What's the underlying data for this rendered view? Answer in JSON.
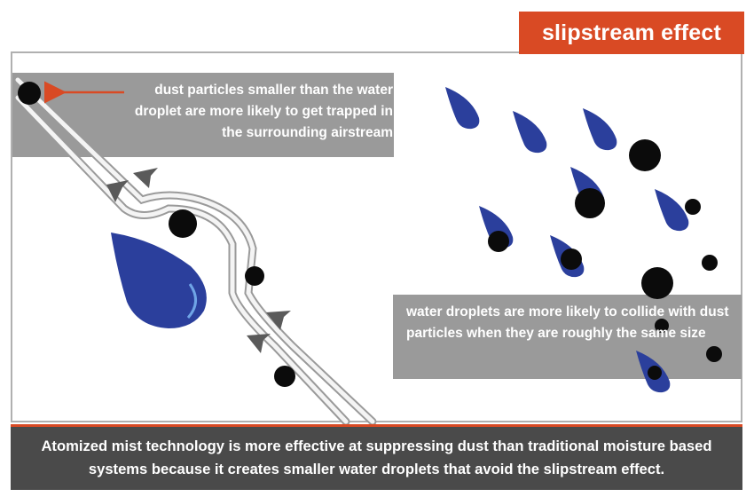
{
  "title": "slipstream effect",
  "notes": {
    "small_particles": "dust particles smaller than the water droplet are more likely to get trapped in the surrounding airstream",
    "same_size": "water droplets are more likely to collide with dust particles when they are roughly the same size"
  },
  "caption": "Atomized mist technology is more effective at suppressing dust than traditional moisture based systems because it creates smaller water droplets that avoid the slipstream effect.",
  "colors": {
    "accent": "#d94a24",
    "droplet": "#2b3f9c",
    "particle": "#0b0b0b",
    "note_panel": "#9a9a9a",
    "caption_bar": "#4a4a4a"
  }
}
